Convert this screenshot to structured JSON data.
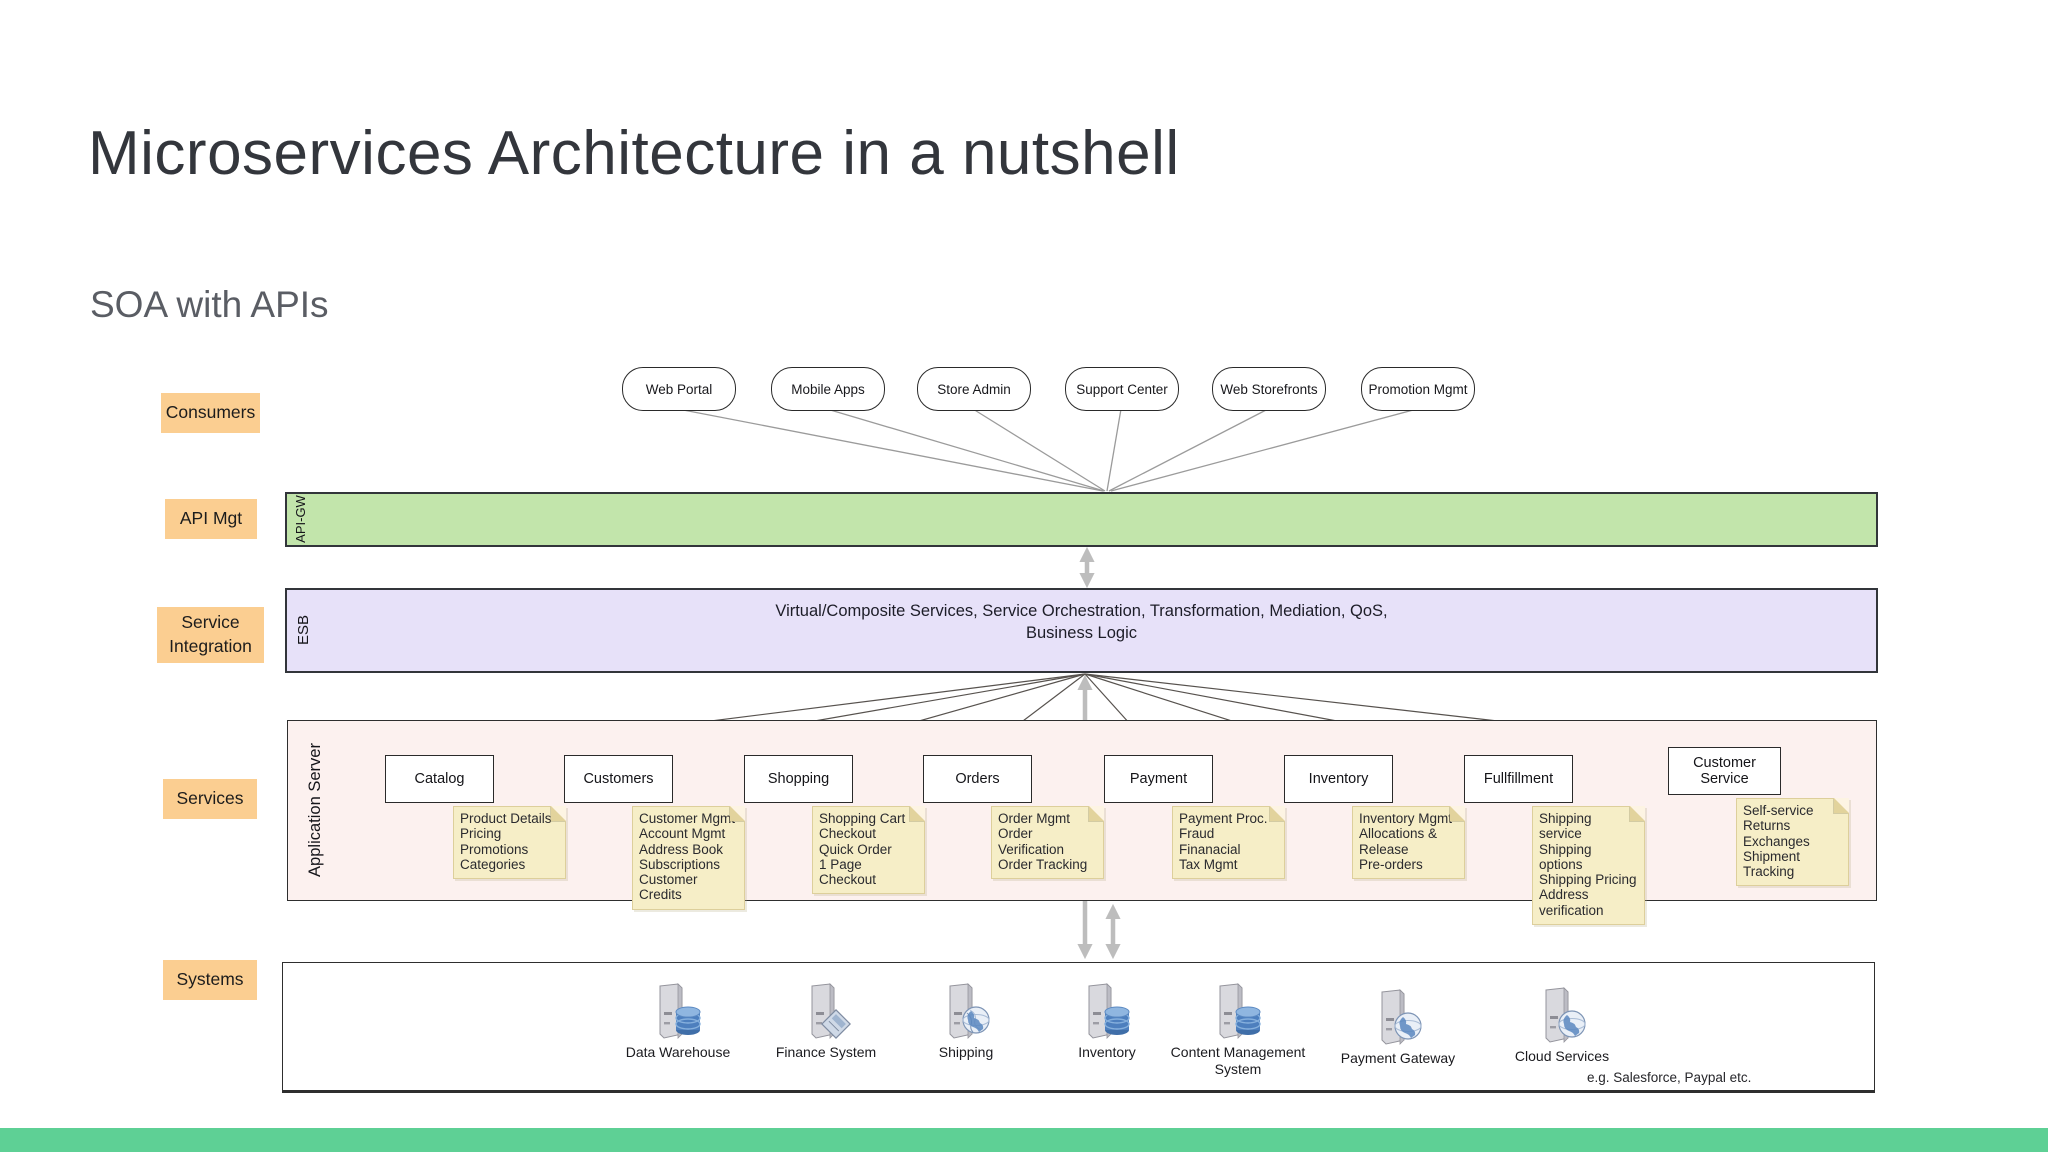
{
  "slide": {
    "title": "Microservices Architecture in a nutshell",
    "subtitle": "SOA with APIs"
  },
  "layer_labels": {
    "consumers": "Consumers",
    "api_mgt": "API Mgt",
    "service_integration": "Service Integration",
    "services": "Services",
    "systems": "Systems"
  },
  "consumers": {
    "items": [
      {
        "label": "Web Portal"
      },
      {
        "label": "Mobile Apps"
      },
      {
        "label": "Store Admin"
      },
      {
        "label": "Support Center"
      },
      {
        "label": "Web Storefronts"
      },
      {
        "label": "Promotion Mgmt"
      }
    ]
  },
  "api_gateway": {
    "label": "API-GW"
  },
  "esb": {
    "label": "ESB",
    "description": "Virtual/Composite Services, Service Orchestration, Transformation, Mediation, QoS,\nBusiness Logic"
  },
  "services": {
    "container_label": "Application Server",
    "items": [
      {
        "name": "Catalog",
        "note": "Product Details\nPricing\nPromotions\nCategories"
      },
      {
        "name": "Customers",
        "note": "Customer Mgmt\nAccount Mgmt\nAddress Book\nSubscriptions\nCustomer Credits"
      },
      {
        "name": "Shopping",
        "note": "Shopping Cart\nCheckout\nQuick Order\n1 Page Checkout"
      },
      {
        "name": "Orders",
        "note": "Order Mgmt\nOrder Verification\nOrder Tracking"
      },
      {
        "name": "Payment",
        "note": "Payment Proc.\nFraud\nFinanacial\nTax Mgmt"
      },
      {
        "name": "Inventory",
        "note": "Inventory Mgmt\nAllocations &\nRelease\nPre-orders"
      },
      {
        "name": "Fullfillment",
        "note": "Shipping service\nShipping options\nShipping Pricing\nAddress\nverification"
      },
      {
        "name": "Customer Service",
        "note": "Self-service\nReturns\nExchanges\nShipment Tracking"
      }
    ]
  },
  "systems": {
    "items": [
      {
        "label": "Data Warehouse",
        "icon": "server-database-icon"
      },
      {
        "label": "Finance System",
        "icon": "server-card-icon"
      },
      {
        "label": "Shipping",
        "icon": "server-globe-icon"
      },
      {
        "label": "Inventory",
        "icon": "server-database-icon"
      },
      {
        "label": "Content Management System",
        "icon": "server-database-icon"
      },
      {
        "label": "Payment Gateway",
        "icon": "server-globe-icon"
      },
      {
        "label": "Cloud Services",
        "icon": "server-globe-icon"
      }
    ],
    "annotation": "e.g. Salesforce, Paypal etc."
  },
  "colors": {
    "layer_label_bg": "#fbce91",
    "api_gateway_bg": "#c2e5ab",
    "esb_bg": "#e7e1f9",
    "services_bg": "#fcf1ef",
    "note_bg": "#f6eec7",
    "footer_bar": "#5ed095"
  }
}
